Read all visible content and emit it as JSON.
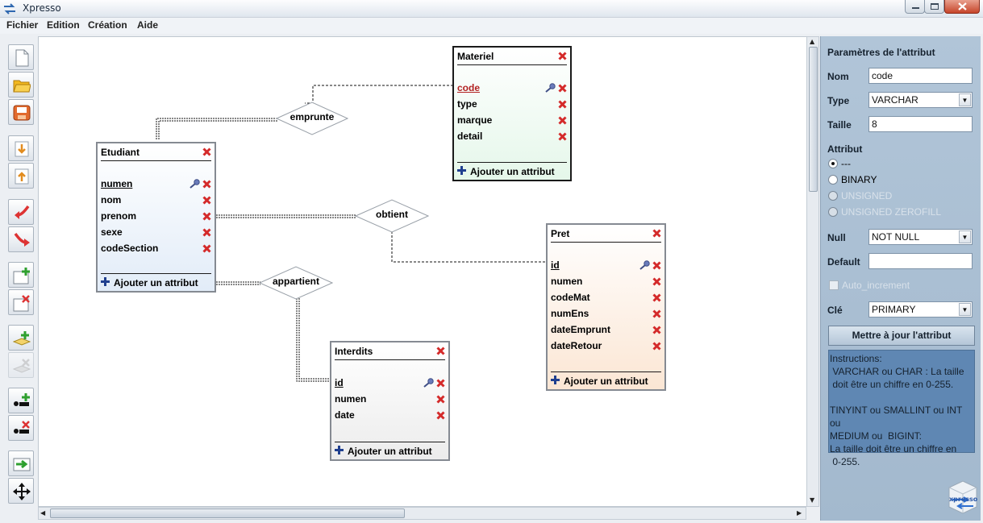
{
  "window": {
    "title": "Xpresso"
  },
  "menu": [
    "Fichier",
    "Edition",
    "Création",
    "Aide"
  ],
  "toolbar": {
    "buttons": [
      {
        "name": "new-file-button",
        "icon": "new-file-icon"
      },
      {
        "name": "open-folder-button",
        "icon": "open-folder-icon"
      },
      {
        "name": "save-button",
        "icon": "save-icon"
      },
      {
        "name": "import-button",
        "icon": "import-icon"
      },
      {
        "name": "export-button",
        "icon": "export-icon"
      },
      {
        "name": "undo-button",
        "icon": "undo-arrow-icon"
      },
      {
        "name": "redo-button",
        "icon": "redo-arrow-icon"
      },
      {
        "name": "add-entity-button",
        "icon": "add-entity-icon"
      },
      {
        "name": "delete-entity-button",
        "icon": "delete-entity-icon"
      },
      {
        "name": "add-relation-button",
        "icon": "add-relation-icon"
      },
      {
        "name": "delete-relation-button",
        "icon": "delete-relation-icon"
      },
      {
        "name": "add-attribute-button",
        "icon": "add-attribute-icon"
      },
      {
        "name": "delete-attribute-button",
        "icon": "delete-attribute-icon"
      },
      {
        "name": "generate-sql-button",
        "icon": "generate-arrow-icon"
      },
      {
        "name": "move-button",
        "icon": "move-cross-icon"
      }
    ]
  },
  "diagram": {
    "add_attribute_label": "Ajouter un attribut",
    "entities": {
      "materiel": {
        "name": "Materiel",
        "attributes": [
          "code",
          "type",
          "marque",
          "detail"
        ],
        "primary_key": "code"
      },
      "etudiant": {
        "name": "Etudiant",
        "attributes": [
          "numen",
          "nom",
          "prenom",
          "sexe",
          "codeSection"
        ],
        "primary_key": "numen"
      },
      "pret": {
        "name": "Pret",
        "attributes": [
          "id",
          "numen",
          "codeMat",
          "numEns",
          "dateEmprunt",
          "dateRetour"
        ],
        "primary_key": "id"
      },
      "interdits": {
        "name": "Interdits",
        "attributes": [
          "id",
          "numen",
          "date"
        ],
        "primary_key": "id"
      }
    },
    "relations": {
      "emprunte": "emprunte",
      "obtient": "obtient",
      "appartient": "appartient"
    }
  },
  "panel": {
    "title": "Paramètres de l'attribut",
    "nom_label": "Nom",
    "nom_value": "code",
    "type_label": "Type",
    "type_value": "VARCHAR",
    "taille_label": "Taille",
    "taille_value": "8",
    "attribut_label": "Attribut",
    "attribut_options": [
      "---",
      "BINARY",
      "UNSIGNED",
      "UNSIGNED ZEROFILL"
    ],
    "attribut_selected": "---",
    "null_label": "Null",
    "null_value": "NOT NULL",
    "default_label": "Default",
    "default_value": "",
    "auto_increment_label": "Auto_increment",
    "cle_label": "Clé",
    "cle_value": "PRIMARY",
    "update_button": "Mettre à jour l'attribut",
    "instructions": "Instructions:\n VARCHAR ou CHAR : La taille\n doit être un chiffre en 0-255.\n\nTINYINT ou SMALLINT ou INT ou\nMEDIUM ou  BIGINT:\nLa taille doit être un chiffre en\n 0-255.",
    "logo_text": "xpresso"
  },
  "colors": {
    "pk_selected": "#b22222",
    "delete_x": "#d42a2a",
    "panel_bg": "#a9bed3",
    "instructions_bg": "#5f87b3"
  }
}
